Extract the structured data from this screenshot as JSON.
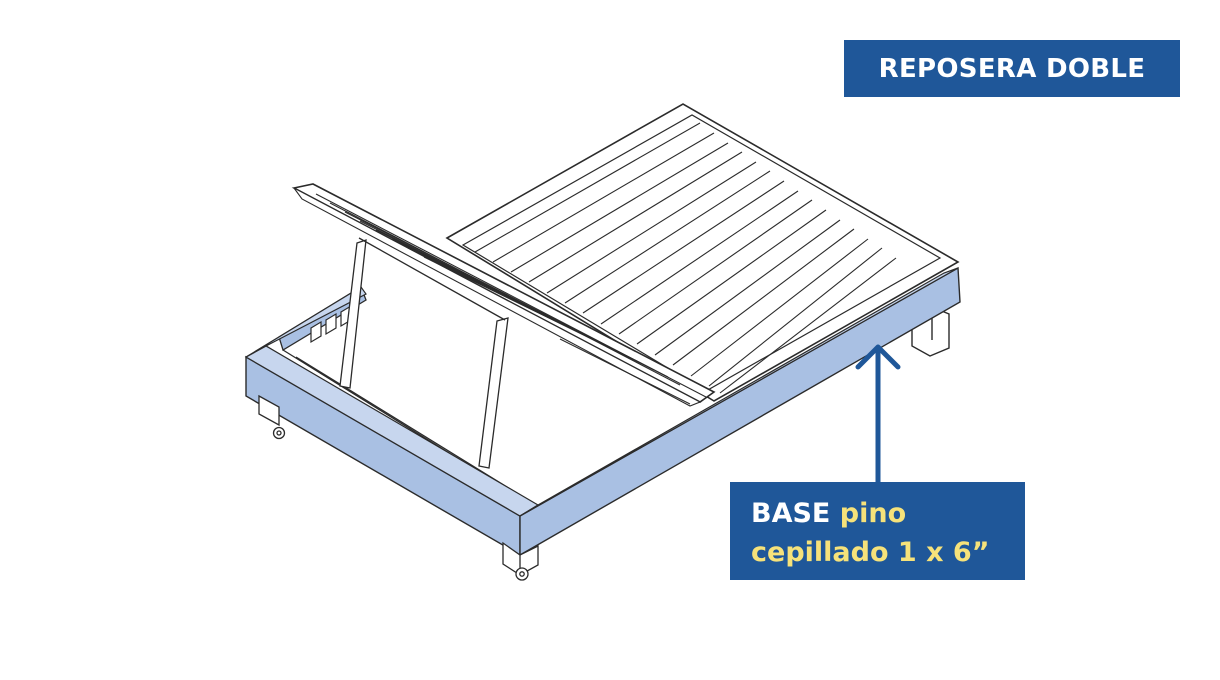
{
  "title": "REPOSERA DOBLE",
  "callout": {
    "part": "BASE",
    "material_line1": "pino",
    "material_line2": "cepillado 1 x 6”"
  },
  "colors": {
    "label_bg": "#1f5799",
    "highlight_fill": "#a9c0e3",
    "material_text": "#f6e27a",
    "line": "#2b2b2b"
  }
}
